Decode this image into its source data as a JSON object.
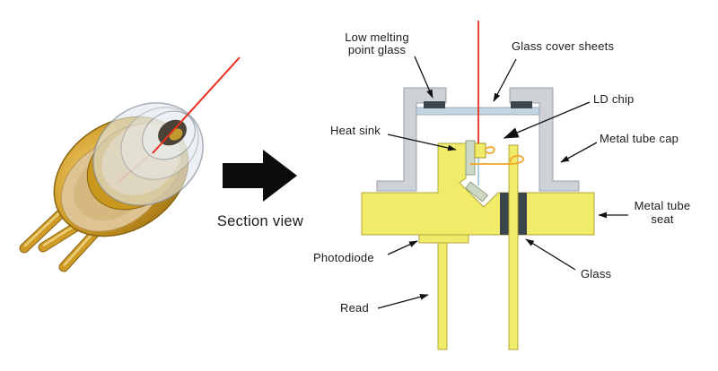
{
  "figure": {
    "section_view_label": "Section view",
    "callouts": {
      "low_melting_point_glass": {
        "line1": "Low melting",
        "line2": "point glass"
      },
      "glass_cover_sheets": "Glass cover sheets",
      "ld_chip": "LD chip",
      "heat_sink": "Heat sink",
      "metal_tube_cap": "Metal tube cap",
      "metal_tube_seat": {
        "line1": "Metal tube",
        "line2": "seat"
      },
      "photodiode": "Photodiode",
      "glass": "Glass",
      "read": "Read"
    },
    "colors": {
      "metal_gray": "#ced2d6",
      "seat_yellow": "#f0ec6a",
      "window_glass_blue": "#c4d4e0",
      "seal_dark": "#3c454c",
      "heat_sink_green": "#ccd8c4",
      "wire_orange": "#f4a62a",
      "beam_red": "#e8301e",
      "monitor_beam_blue": "#90bcd8",
      "package_gold": "#cf9b26",
      "arrow_black": "#111111"
    }
  }
}
